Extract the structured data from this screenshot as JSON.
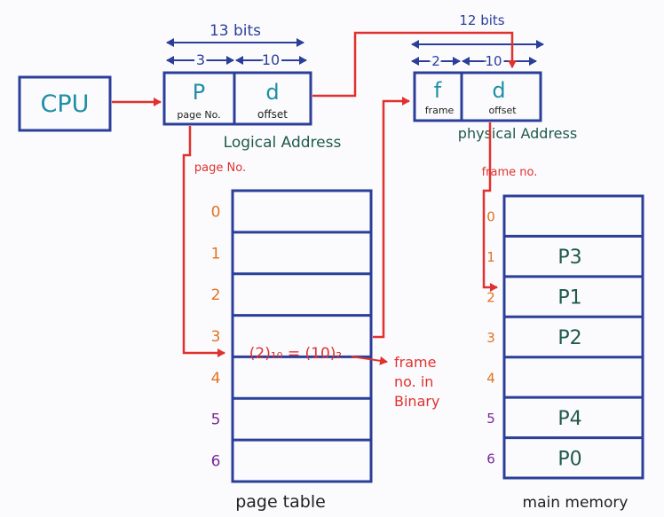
{
  "colors": {
    "blue": "#2b3f9a",
    "red": "#e0312f",
    "teal": "#1f8fa6",
    "green": "#1f5a4a",
    "purple": "#7a2a9a",
    "orange": "#e2731f",
    "black": "#222222"
  },
  "cpu": {
    "label": "CPU"
  },
  "logical": {
    "bits_label": "13 bits",
    "p_bits": "3",
    "d_bits": "10",
    "p_letter": "P",
    "p_caption": "page No.",
    "d_letter": "d",
    "d_caption": "offset",
    "caption": "Logical Address"
  },
  "physical": {
    "bits_label": "12 bits",
    "f_bits": "2",
    "d_bits": "10",
    "f_letter": "f",
    "f_caption": "frame",
    "d_letter": "d",
    "d_caption": "offset",
    "caption": "physical Address"
  },
  "page_table": {
    "index_header": "page No.",
    "indices": [
      "0",
      "1",
      "2",
      "3",
      "4",
      "5",
      "6"
    ],
    "entry": "(2)₁₀ = (10)₂",
    "annotation": [
      "frame",
      "no. in",
      "Binary"
    ],
    "caption": "page table"
  },
  "memory": {
    "index_header": "frame no.",
    "indices": [
      "0",
      "1",
      "2",
      "3",
      "4",
      "5",
      "6"
    ],
    "frames": [
      "",
      "P3",
      "P1",
      "P2",
      "",
      "P4",
      "P0"
    ],
    "caption": "main memory"
  }
}
